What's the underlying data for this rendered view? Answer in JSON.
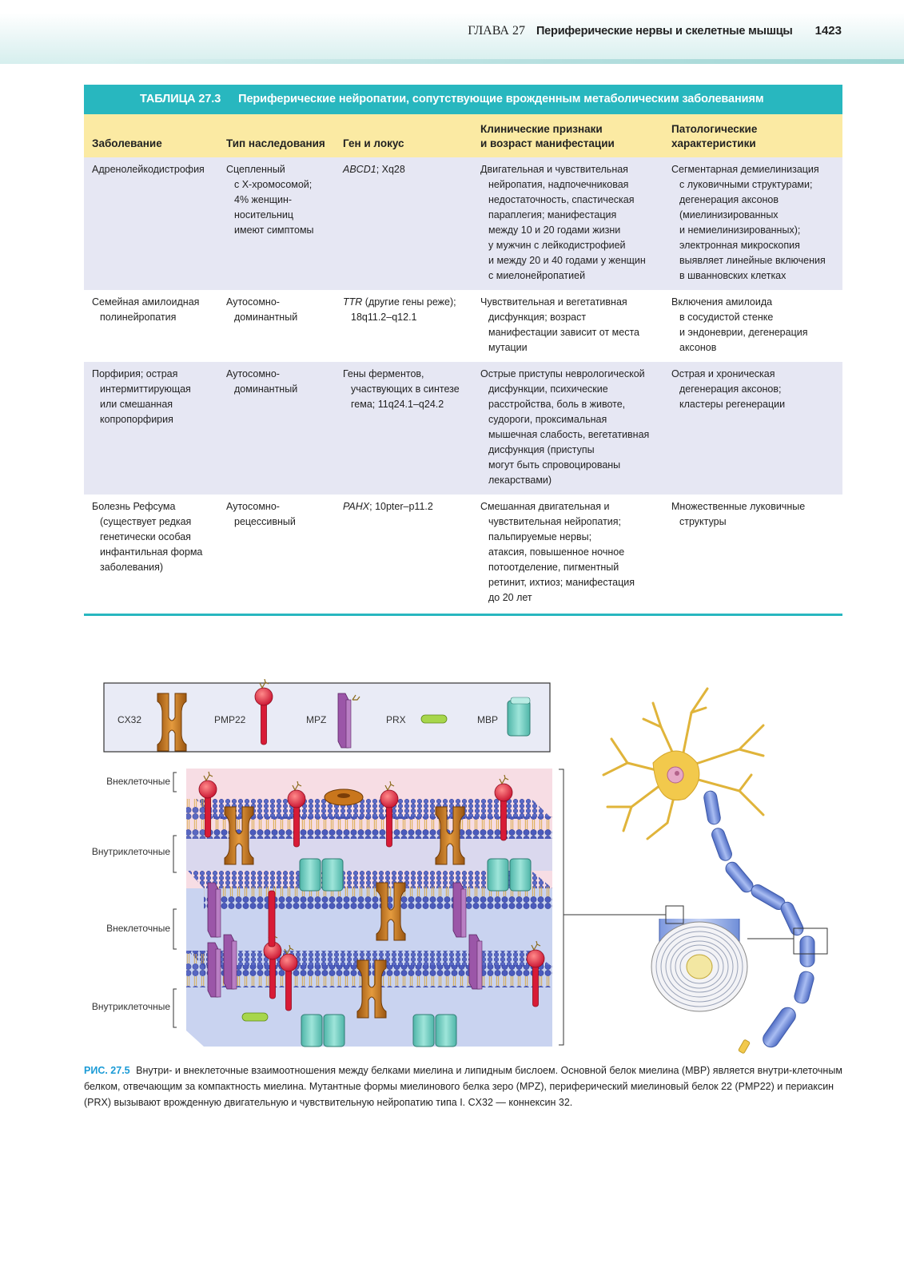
{
  "header": {
    "chapter": "ГЛАВА 27",
    "title": "Периферические нервы и скелетные мышцы",
    "page": "1423"
  },
  "table": {
    "number": "ТАБЛИЦА 27.3",
    "title": "Периферические нейропатии, сопутствующие врожденным метаболическим заболеваниям",
    "columns": [
      "Заболевание",
      "Тип наследования",
      "Ген и локус",
      "Клинические признаки\nи возраст манифестации",
      "Патологические\nхарактеристики"
    ],
    "rows": [
      {
        "disease": "Адренолейкодистрофия",
        "inheritance": "Сцепленный\nс X-хромосомой;\n4% женщин-\nносительниц\nимеют симптомы",
        "gene_italic": "ABCD1",
        "gene_rest": "; Xq28",
        "clinical": "Двигательная и чувствительная\nнейропатия, надпочечниковая\nнедостаточность, спастическая\nпараплегия; манифестация\nмежду 10 и 20 годами жизни\nу мужчин с лейкодистрофией\nи между 20 и 40 годами у женщин\nс миелонейропатией",
        "pathology": "Сегментарная демиелинизация\nс луковичными структурами;\nдегенерация аксонов\n(миелинизированных\nи немиелинизированных);\nэлектронная микроскопия\nвыявляет линейные включения\nв шванновских клетках"
      },
      {
        "disease": "Семейная амилоидная\nполинейропатия",
        "inheritance": "Аутосомно-\nдоминантный",
        "gene_italic": "TTR",
        "gene_rest": " (другие гены реже);\n18q11.2–q12.1",
        "clinical": "Чувствительная и вегетативная\nдисфункция; возраст\nманифестации зависит от места\nмутации",
        "pathology": "Включения амилоида\nв сосудистой стенке\nи эндоневрии, дегенерация\nаксонов"
      },
      {
        "disease": "Порфирия; острая\nинтермиттирующая\nили смешанная\nкопропорфирия",
        "inheritance": "Аутосомно-\nдоминантный",
        "gene_italic": "",
        "gene_rest": "Гены ферментов,\nучаствующих в синтезе\nгема; 11q24.1–q24.2",
        "clinical": "Острые приступы неврологической\nдисфункции, психические\nрасстройства, боль в животе,\nсудороги, проксимальная\nмышечная слабость, вегетативная\nдисфункция (приступы\nмогут быть спровоцированы\nлекарствами)",
        "pathology": "Острая и хроническая\nдегенерация аксонов;\nкластеры регенерации"
      },
      {
        "disease": "Болезнь Рефсума\n(существует редкая\nгенетически особая\nинфантильная форма\nзаболевания)",
        "inheritance": "Аутосомно-\nрецессивный",
        "gene_italic": "PAHX",
        "gene_rest": "; 10pter–p11.2",
        "clinical": "Смешанная двигательная и\nчувствительная нейропатия;\nпальпируемые нервы;\nатаксия, повышенное ночное\nпотоотделение, пигментный\nретинит, ихтиоз; манифестация\nдо 20 лет",
        "pathology": "Множественные луковичные\nструктуры"
      }
    ]
  },
  "figure": {
    "legend": [
      "CX32",
      "PMP22",
      "MPZ",
      "PRX",
      "MBP"
    ],
    "side_labels": [
      "Внеклеточные",
      "Внутриклеточные",
      "Внеклеточные",
      "Внутриклеточные"
    ],
    "caption_label": "РИС. 27.5",
    "caption_text": "Внутри- и внеклеточные взаимоотношения между белками миелина и липидным бислоем. Основной белок миелина (MBP) является внутри-клеточным белком, отвечающим за компактность миелина. Мутантные формы миелинового белка зеро (MPZ), периферический миелиновый белок 22 (PMP22) и периаксин (PRX) вызывают врожденную двигательную и чувствительную нейропатию типа I. CX32 — коннексин 32.",
    "colors": {
      "accent": "#28b7bf",
      "header_fill": "#fbeaa3",
      "row_alt": "#e6e7f3",
      "lipid": "#4b5bbd",
      "cx32": "#c9761c",
      "pmp22": "#e0233c",
      "mpz": "#9b56a8",
      "prx": "#a7d64b",
      "mbp": "#6ccfc2",
      "neuron": "#f2c94c",
      "axon": "#6f8ed8"
    }
  }
}
